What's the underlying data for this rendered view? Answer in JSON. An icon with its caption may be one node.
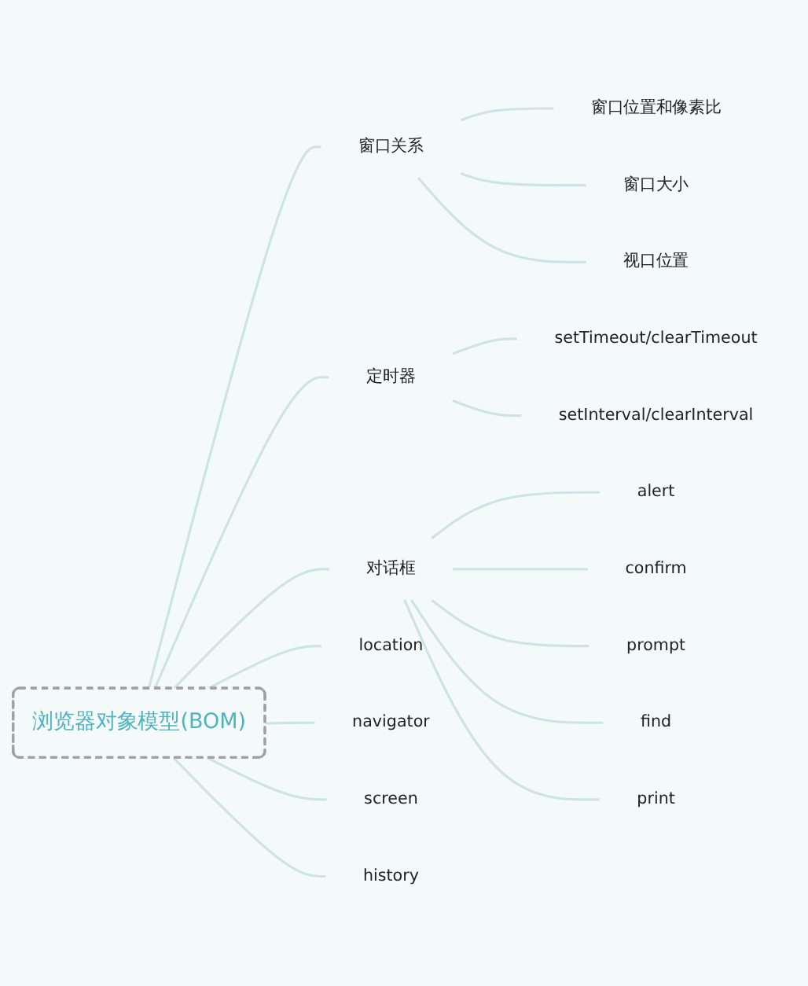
{
  "diagram": {
    "nodes": [
      {
        "text": [
          "浏览器对象模型(BOM)"
        ]
      },
      {
        "text": [
          "窗口关系"
        ]
      },
      {
        "text": [
          "窗口位置和像素比"
        ]
      },
      {
        "text": [
          "窗口大小"
        ]
      },
      {
        "text": [
          "视口位置"
        ]
      },
      {
        "text": [
          "定时器"
        ]
      },
      {
        "text": [
          "setTimeout/clearTimeout"
        ]
      },
      {
        "text": [
          "setInterval/clearInterval"
        ]
      },
      {
        "text": [
          "对话框"
        ]
      },
      {
        "text": [
          "alert"
        ]
      },
      {
        "text": [
          "confirm"
        ]
      },
      {
        "text": [
          "prompt"
        ]
      },
      {
        "text": [
          "find"
        ]
      },
      {
        "text": [
          "print"
        ]
      },
      {
        "text": [
          "location"
        ]
      },
      {
        "text": [
          "navigator"
        ]
      },
      {
        "text": [
          "screen"
        ]
      },
      {
        "text": [
          "history"
        ]
      }
    ],
    "edges": [
      {
        "from": 0,
        "to": 1,
        "arrow": "none"
      },
      {
        "from": 1,
        "to": 2,
        "arrow": "none"
      },
      {
        "from": 1,
        "to": 3,
        "arrow": "none"
      },
      {
        "from": 1,
        "to": 4,
        "arrow": "none"
      },
      {
        "from": 0,
        "to": 5,
        "arrow": "none"
      },
      {
        "from": 5,
        "to": 6,
        "arrow": "none"
      },
      {
        "from": 5,
        "to": 7,
        "arrow": "none"
      },
      {
        "from": 0,
        "to": 8,
        "arrow": "none"
      },
      {
        "from": 8,
        "to": 9,
        "arrow": "none"
      },
      {
        "from": 8,
        "to": 10,
        "arrow": "none"
      },
      {
        "from": 8,
        "to": 11,
        "arrow": "none"
      },
      {
        "from": 8,
        "to": 12,
        "arrow": "none"
      },
      {
        "from": 8,
        "to": 13,
        "arrow": "none"
      },
      {
        "from": 0,
        "to": 14,
        "arrow": "none"
      },
      {
        "from": 0,
        "to": 15,
        "arrow": "none"
      },
      {
        "from": 0,
        "to": 16,
        "arrow": "none"
      },
      {
        "from": 0,
        "to": 17,
        "arrow": "none"
      }
    ]
  }
}
